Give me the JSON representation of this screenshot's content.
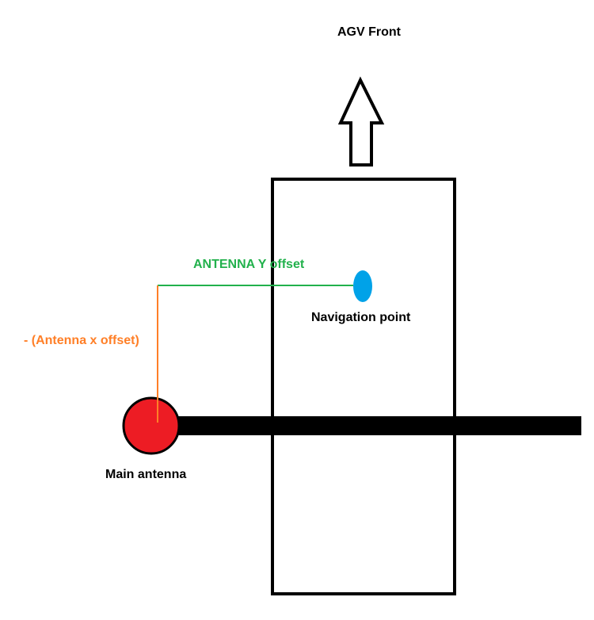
{
  "labels": {
    "front": "AGV Front",
    "antenna_y_offset": "ANTENNA Y offset",
    "navigation_point": "Navigation point",
    "antenna_x_offset": "- (Antenna x offset)",
    "main_antenna": "Main antenna"
  },
  "colors": {
    "outline": "#000000",
    "y_offset": "#22b14c",
    "x_offset": "#ff7f27",
    "navigation_point": "#00a2e8",
    "main_antenna": "#ed1c24"
  }
}
